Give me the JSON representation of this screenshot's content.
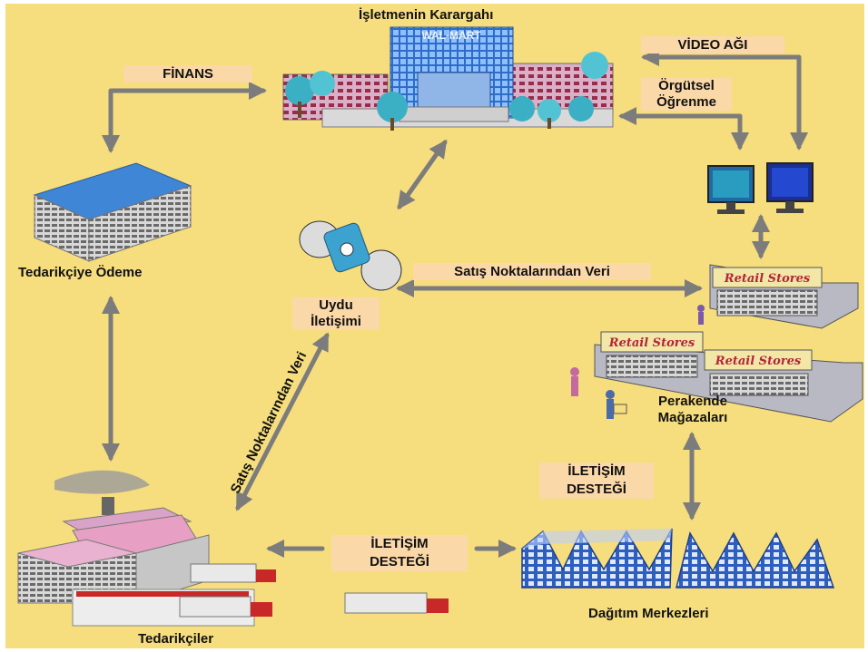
{
  "title": "İşletmenin Karargahı",
  "hq_sign": "WAL-MART",
  "labels": {
    "finans": "FİNANS",
    "video": "VİDEO AĞI",
    "orgutsel_1": "Örgütsel",
    "orgutsel_2": "Öğrenme",
    "tedarikciye_odeme": "Tedarikçiye Ödeme",
    "uydu_1": "Uydu",
    "uydu_2": "İletişimi",
    "satis_horizontal": "Satış Noktalarından Veri",
    "satis_diagonal": "Satış Noktalarından Veri",
    "perakende_1": "Perakende",
    "perakende_2": "Mağazaları",
    "iletisim_right_1": "İLETİŞİM",
    "iletisim_right_2": "DESTEĞİ",
    "iletisim_bottom_1": "İLETİŞİM",
    "iletisim_bottom_2": "DESTEĞİ",
    "dagitim": "Dağıtım Merkezleri",
    "tedarikciler": "Tedarikçiler"
  },
  "store_signs": [
    "Retail Stores",
    "Retail Stores",
    "Retail Stores"
  ],
  "colors": {
    "background": "#f6dd7e",
    "label_box": "#fbd8a8",
    "arrow": "#7c7c7c",
    "building_blue": "#3a7fd8",
    "tree": "#3bb0c4"
  }
}
